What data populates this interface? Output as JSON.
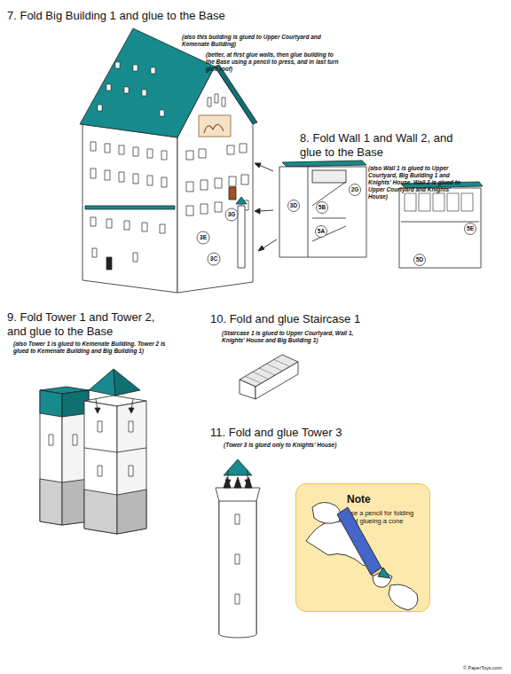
{
  "diagram": {
    "nodes": [
      {
        "text": [
          "Note",
          "use a pencil for folding and glueing a cone"
        ]
      }
    ],
    "labels": [
      "7. Fold Big Building 1 and glue to the Base",
      "(also this building is glued to Upper Courtyard and Kemenate Building)",
      "(better, at first glue walls, then glue building to the Base using a pencil to press, and in last turn glue roof)",
      "8. Fold Wall 1 and Wall 2, and glue to the Base",
      "(also Wall 1 is glued to Upper Courtyard, Big Building 1 and Knights' House. Wall 2 is glued to Upper Courtyard and Knights' House)",
      "9. Fold Tower 1 and Tower 2, and glue to the Base",
      "(also Tower 1 is glued to Kemenate Building. Tower 2 is glued to Kemenate Building and Big Building 1)",
      "10. Fold and glue Staircase 1",
      "(Staircase 1 is glued to Upper Courtyard, Wall 1, Knights' House and Big Building 1)",
      "11. Fold and glue Tower 3",
      "(Tower 3 is glued only to Knights' House)",
      "3E",
      "3C",
      "3G",
      "3D",
      "5B",
      "5A",
      "2G",
      "5E",
      "5D",
      "© PaperToys.com"
    ]
  }
}
